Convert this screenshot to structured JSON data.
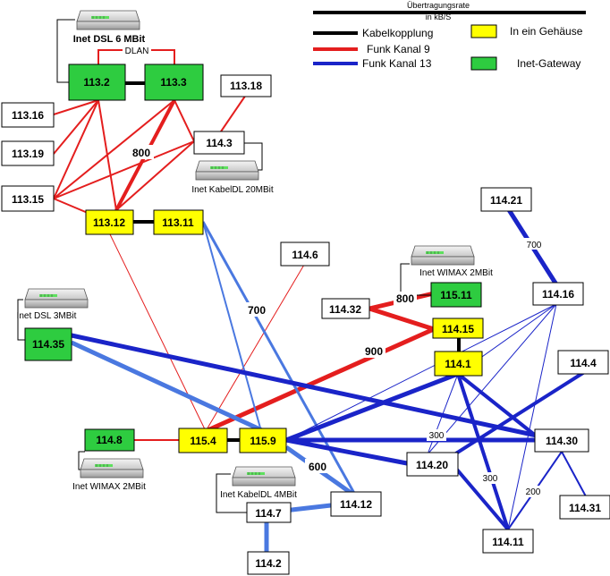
{
  "legend": {
    "rate_label": "Übertragungsrate",
    "rate_unit": "in kB/S",
    "kabel": "Kabelkopplung",
    "funk9": "Funk Kanal 9",
    "funk13": "Funk Kanal 13",
    "gehaeuse": "In ein Gehäuse",
    "gateway": "Inet-Gateway"
  },
  "colors": {
    "cable": "#000000",
    "channel9": "#e41e1e",
    "channel13": "#1a24c8",
    "channel13_light": "#4a78e0",
    "same_case": "#ffff00",
    "gateway": "#2ecc40"
  },
  "nodes": {
    "n113_2": "113.2",
    "n113_3": "113.3",
    "n113_16": "113.16",
    "n113_18": "113.18",
    "n113_19": "113.19",
    "n113_15": "113.15",
    "n114_3": "114.3",
    "n113_12": "113.12",
    "n113_11": "113.11",
    "n114_21": "114.21",
    "n114_6": "114.6",
    "n115_11": "115.11",
    "n114_16": "114.16",
    "n114_32": "114.32",
    "n114_15": "114.15",
    "n114_35": "114.35",
    "n114_1": "114.1",
    "n114_4": "114.4",
    "n114_8": "114.8",
    "n115_4": "115.4",
    "n115_9": "115.9",
    "n114_30": "114.30",
    "n114_20": "114.20",
    "n114_12": "114.12",
    "n114_7": "114.7",
    "n114_31": "114.31",
    "n114_11": "114.11",
    "n114_2": "114.2"
  },
  "gateways": {
    "dsl6": "Inet DSL 6 MBit",
    "dlan": "DLAN",
    "kabel20": "Inet KabelDL 20MBit",
    "wimax2_top": "Inet WIMAX 2MBit",
    "dsl3": "Inet DSL 3MBit",
    "wimax2_bottom": "Inet WIMAX 2MBit",
    "kabel4": "Inet KabelDL 4MBit"
  },
  "rates": {
    "r800_a": "800",
    "r700_a": "700",
    "r800_b": "800",
    "r900": "900",
    "r700_b": "700",
    "r600": "600",
    "r300_a": "300",
    "r300_b": "300",
    "r200": "200"
  },
  "icons": {
    "device": "network-device-icon"
  }
}
